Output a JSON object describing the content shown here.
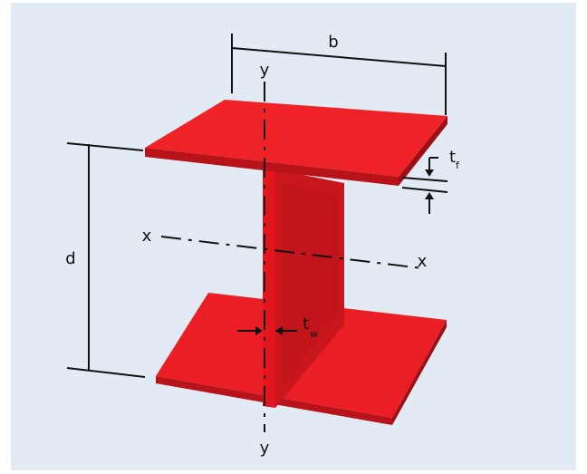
{
  "diagram": {
    "labels": {
      "width": "b",
      "depth": "d",
      "flange_thickness": "t",
      "flange_thickness_subscript": "f",
      "web_thickness": "t",
      "web_thickness_subscript": "w",
      "x_axis_left": "x",
      "x_axis_right": "x",
      "y_axis_top": "y",
      "y_axis_bottom": "y"
    },
    "colors": {
      "background": "#e2ebf3",
      "steel_face": "#e3151d",
      "steel_top": "#f2262b",
      "steel_side": "#b8121a",
      "steel_dark": "#8f0c12",
      "lines": "#111111"
    }
  }
}
